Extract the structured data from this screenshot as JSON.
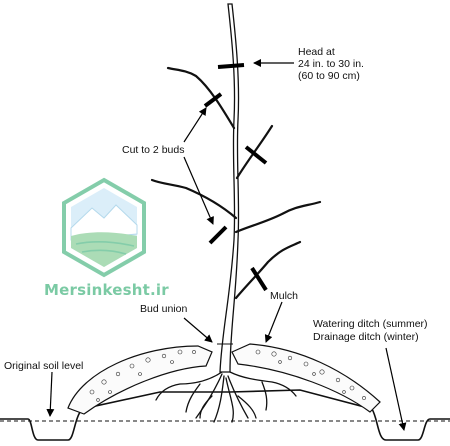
{
  "labels": {
    "head_line1": "Head at",
    "head_line2": "24 in. to 30 in.",
    "head_line3": "(60 to 90 cm)",
    "cut": "Cut to 2 buds",
    "mulch": "Mulch",
    "bud_union": "Bud union",
    "watering": "Watering ditch (summer)",
    "drainage": "Drainage ditch (winter)",
    "soil": "Original soil level"
  },
  "watermark": {
    "text": "Mersinkesht.ir",
    "colors": {
      "frame": "#5bbd8e",
      "sky": "#cfe9f7",
      "field": "#8fd19e"
    }
  },
  "icons": {
    "logo": "mountain-field-hexagon-logo"
  }
}
